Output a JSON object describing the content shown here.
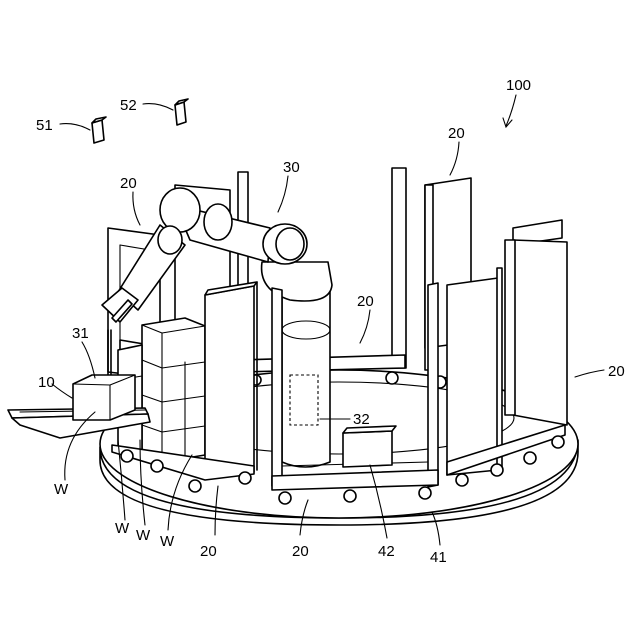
{
  "figure": {
    "labels": {
      "system": "100",
      "camera_a": "51",
      "camera_b": "52",
      "robot": "30",
      "hand": "31",
      "camera_on_robot": "32",
      "conveyor": "10",
      "turntable": "41",
      "box_on_table": "42",
      "rack": "20",
      "workpiece": "W"
    }
  }
}
